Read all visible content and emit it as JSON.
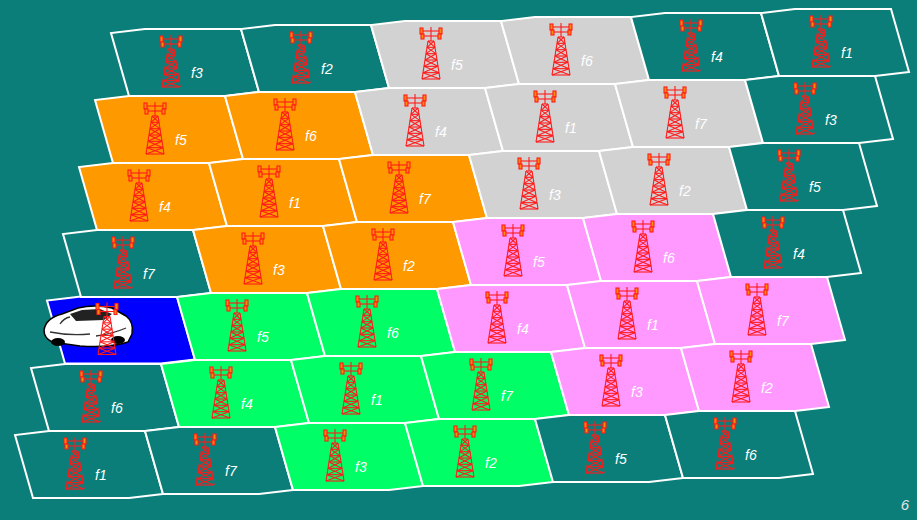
{
  "diagram": {
    "nodes": [
      {
        "text": [
          "f3"
        ]
      },
      {
        "text": [
          "f2"
        ]
      },
      {
        "text": [
          "f5"
        ]
      },
      {
        "text": [
          "f6"
        ]
      },
      {
        "text": [
          "f4"
        ]
      },
      {
        "text": [
          "f1"
        ]
      },
      {
        "text": [
          "f5"
        ]
      },
      {
        "text": [
          "f6"
        ]
      },
      {
        "text": [
          "f4"
        ]
      },
      {
        "text": [
          "f1"
        ]
      },
      {
        "text": [
          "f7"
        ]
      },
      {
        "text": [
          "f3"
        ]
      },
      {
        "text": [
          "f4"
        ]
      },
      {
        "text": [
          "f1"
        ]
      },
      {
        "text": [
          "f7"
        ]
      },
      {
        "text": [
          "f3"
        ]
      },
      {
        "text": [
          "f2"
        ]
      },
      {
        "text": [
          "f5"
        ]
      },
      {
        "text": [
          "f7"
        ]
      },
      {
        "text": [
          "f3"
        ]
      },
      {
        "text": [
          "f2"
        ]
      },
      {
        "text": [
          "f5"
        ]
      },
      {
        "text": [
          "f6"
        ]
      },
      {
        "text": [
          "f4"
        ]
      },
      {
        "text": [
          "f5"
        ]
      },
      {
        "text": [
          "f6"
        ]
      },
      {
        "text": [
          "f4"
        ]
      },
      {
        "text": [
          "f1"
        ]
      },
      {
        "text": [
          "f7"
        ]
      },
      {
        "text": [
          "f6"
        ]
      },
      {
        "text": [
          "f4"
        ]
      },
      {
        "text": [
          "f1"
        ]
      },
      {
        "text": [
          "f7"
        ]
      },
      {
        "text": [
          "f3"
        ]
      },
      {
        "text": [
          "f2"
        ]
      },
      {
        "text": [
          "f1"
        ]
      },
      {
        "text": [
          "f7"
        ]
      },
      {
        "text": [
          "f3"
        ]
      },
      {
        "text": [
          "f2"
        ]
      },
      {
        "text": [
          "f5"
        ]
      },
      {
        "text": [
          "f6"
        ]
      }
    ],
    "labels": [
      "6"
    ]
  }
}
